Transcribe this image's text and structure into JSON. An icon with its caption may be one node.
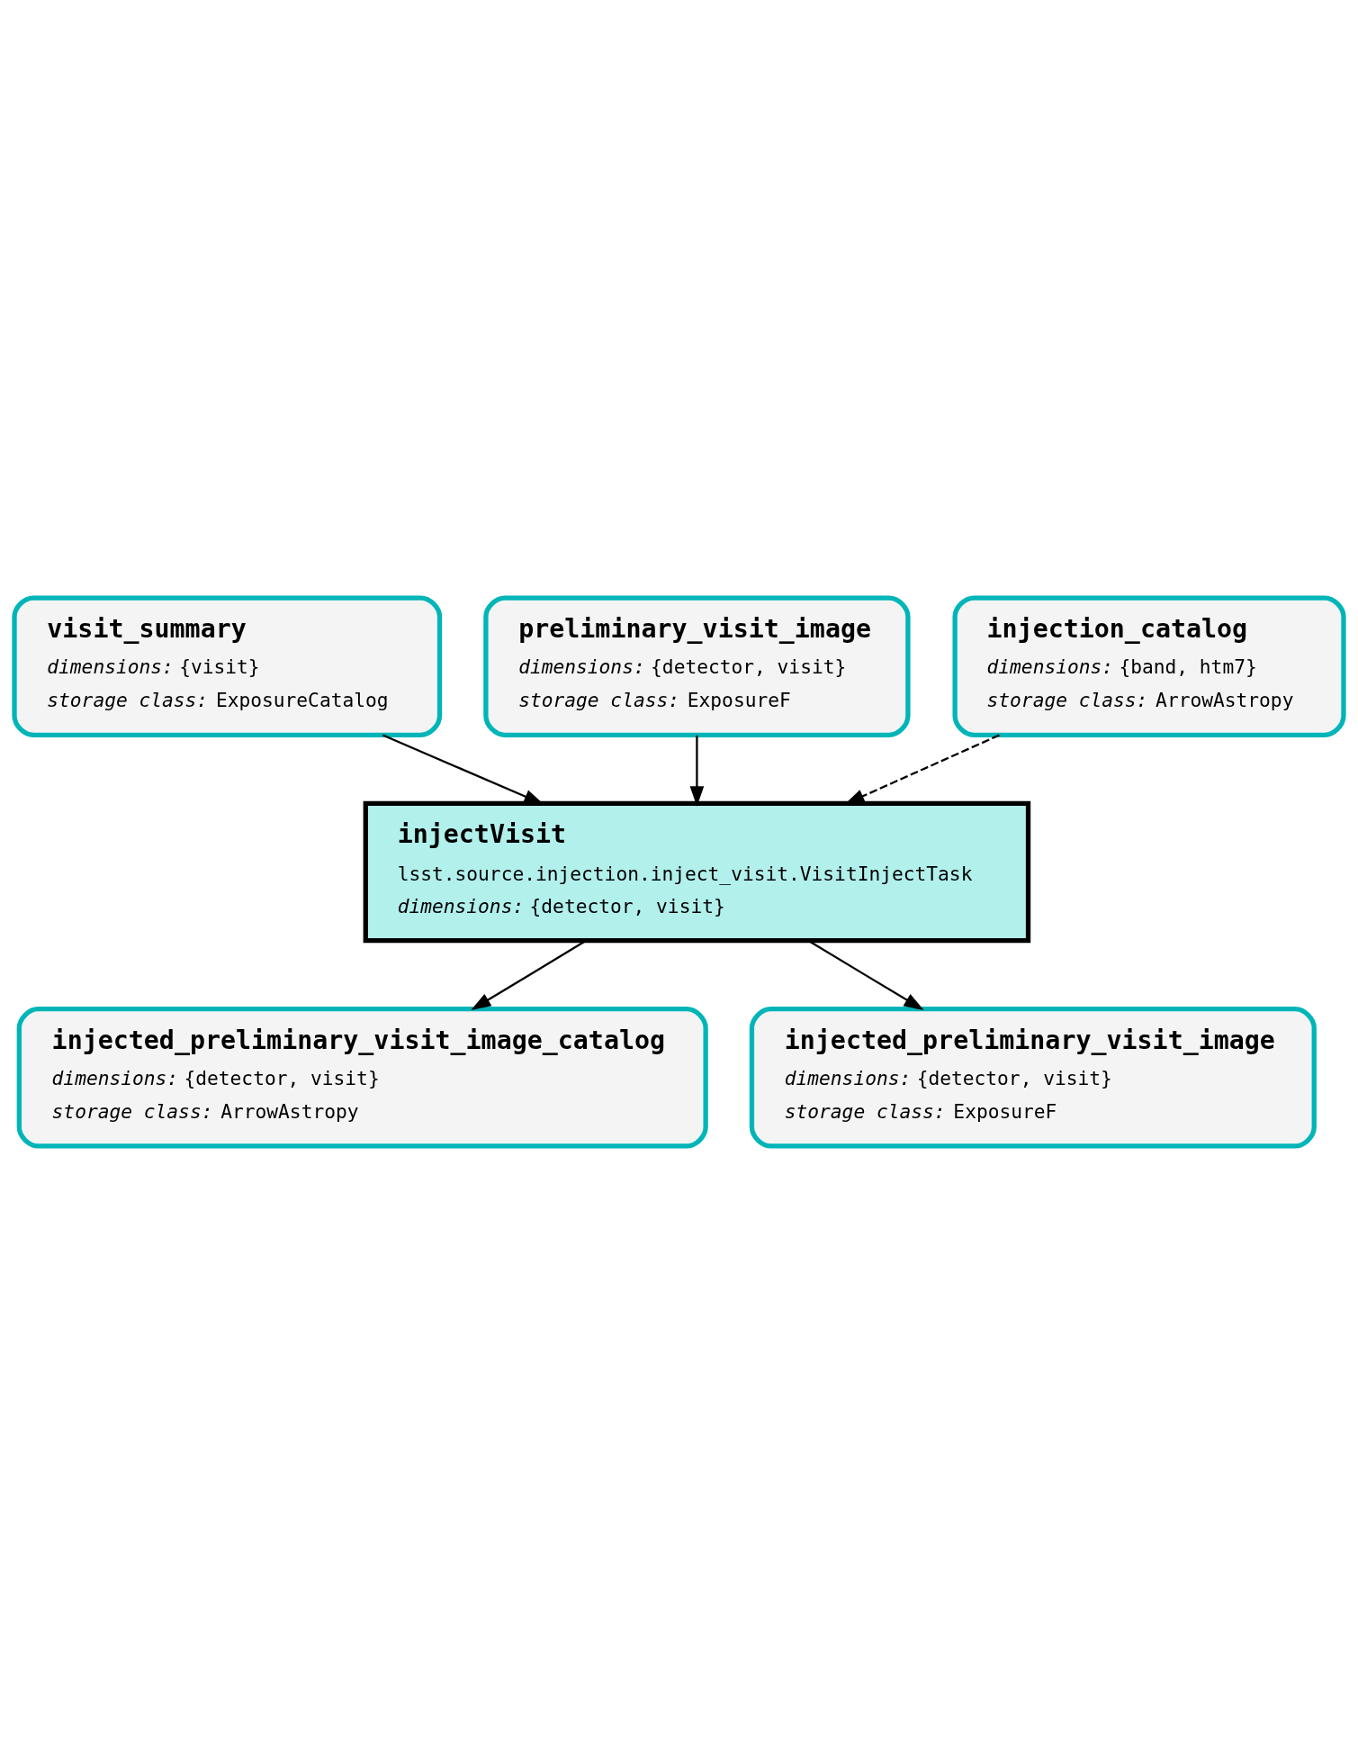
{
  "diagram": {
    "nodes": [
      {
        "text": [
          "visit_summary",
          "*dimensions:* {visit}",
          "*storage class:* ExposureCatalog"
        ]
      },
      {
        "text": [
          "preliminary_visit_image",
          "*dimensions:* {detector, visit}",
          "*storage class:* ExposureF"
        ]
      },
      {
        "text": [
          "injection_catalog",
          "*dimensions:* {band, htm7}",
          "*storage class:* ArrowAstropy"
        ]
      },
      {
        "text": [
          "injectVisit",
          "lsst.source.injection.inject_visit.VisitInjectTask",
          "*dimensions:* {detector, visit}"
        ]
      },
      {
        "text": [
          "injected_preliminary_visit_image_catalog",
          "*dimensions:* {detector, visit}",
          "*storage class:* ArrowAstropy"
        ]
      },
      {
        "text": [
          "injected_preliminary_visit_image",
          "*dimensions:* {detector, visit}",
          "*storage class:* ExposureF"
        ]
      }
    ],
    "edges": [
      {
        "from": 0,
        "to": 3,
        "arrow": "to"
      },
      {
        "from": 1,
        "to": 3,
        "arrow": "to"
      },
      {
        "from": 2,
        "to": 3,
        "arrow": "to",
        "style": "dashed"
      },
      {
        "from": 3,
        "to": 4,
        "arrow": "to"
      },
      {
        "from": 3,
        "to": 5,
        "arrow": "to"
      }
    ]
  }
}
